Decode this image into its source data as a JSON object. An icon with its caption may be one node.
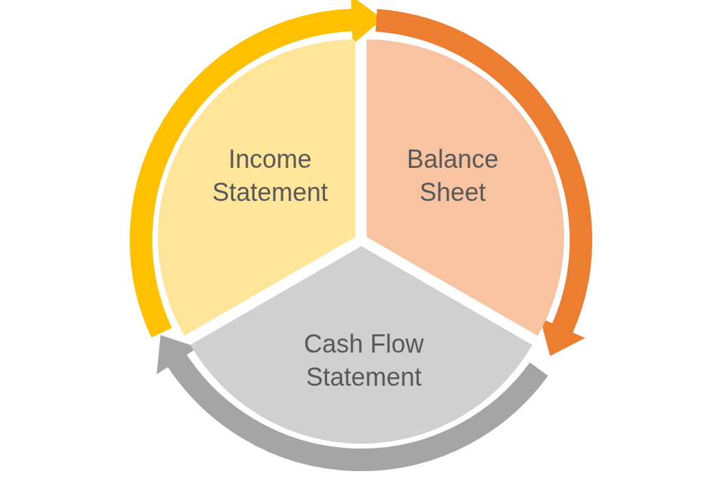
{
  "diagram": {
    "nodes": [
      {
        "text": [
          "Income Statement"
        ]
      },
      {
        "text": [
          "Balance Sheet"
        ]
      },
      {
        "text": [
          "Cash Flow Statement"
        ]
      }
    ]
  }
}
